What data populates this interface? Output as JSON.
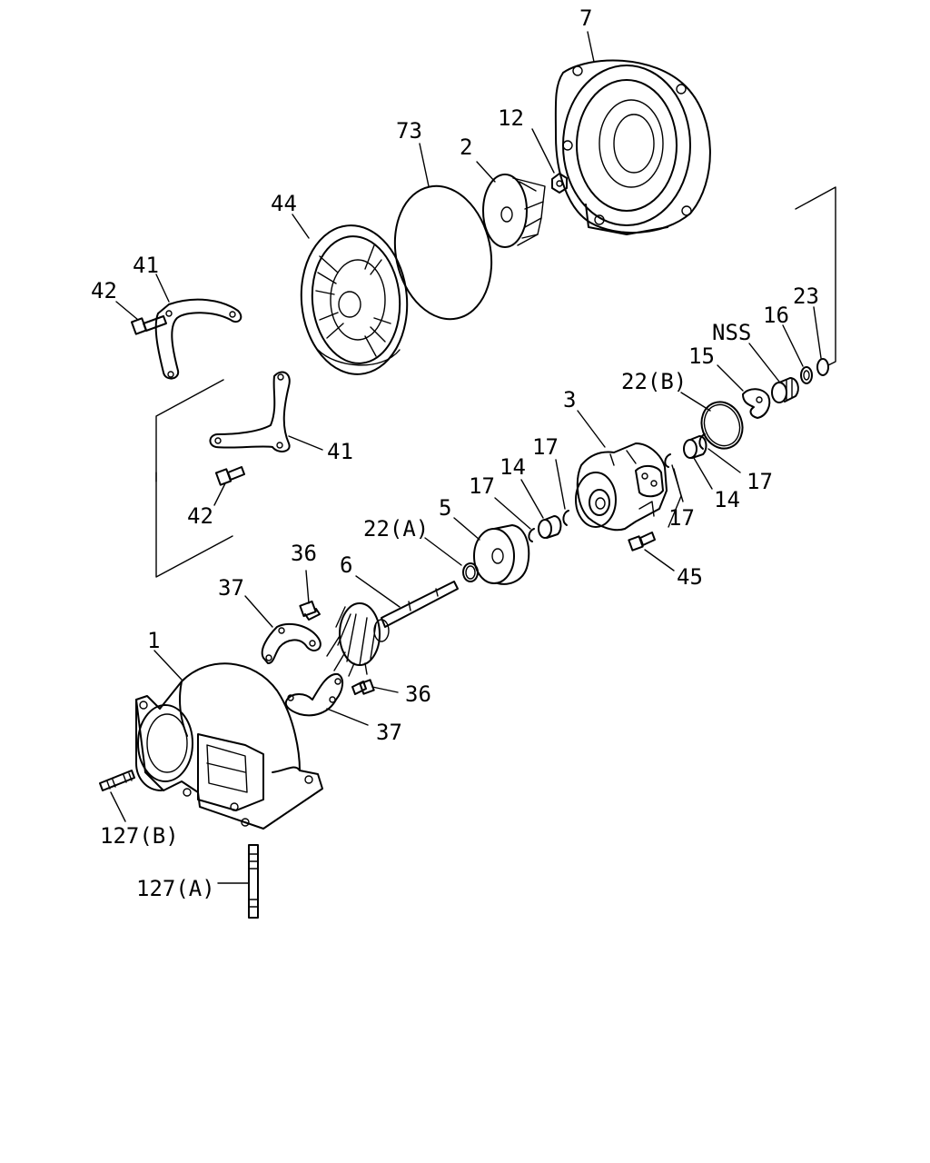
{
  "labels": {
    "p7": "7",
    "p12": "12",
    "p73": "73",
    "p2": "2",
    "p44": "44",
    "p41a": "41",
    "p42a": "42",
    "p41b": "41",
    "p42b": "42",
    "p23": "23",
    "p16": "16",
    "nss": "NSS",
    "p15": "15",
    "p22b": "22(B)",
    "p3": "3",
    "p17a": "17",
    "p17b": "17",
    "p14a": "14",
    "p17c": "17",
    "p17d": "17",
    "p14b": "14",
    "p5": "5",
    "p22a": "22(A)",
    "p45": "45",
    "p36a": "36",
    "p6": "6",
    "p37a": "37",
    "p1": "1",
    "p36b": "36",
    "p37b": "37",
    "p127b": "127(B)",
    "p127a": "127(A)"
  }
}
